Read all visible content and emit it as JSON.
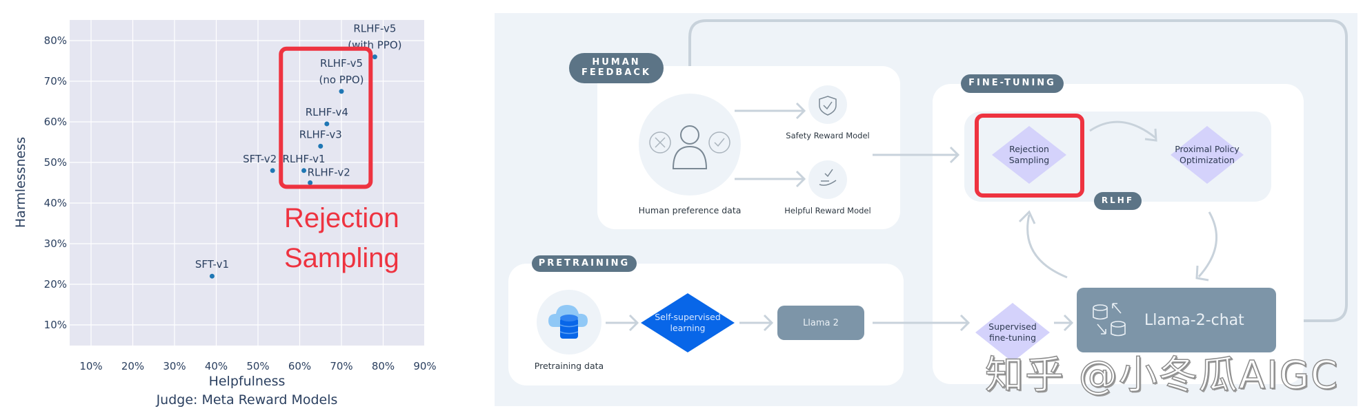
{
  "chart_data": {
    "type": "scatter",
    "title": "",
    "xlabel": "Helpfulness",
    "xlabel_sub": "Judge: Meta Reward Models",
    "ylabel": "Harmlessness",
    "xlim": [
      5,
      90
    ],
    "ylim": [
      5,
      86
    ],
    "grid": true,
    "x_ticks": [
      10,
      20,
      30,
      40,
      50,
      60,
      70,
      80,
      90
    ],
    "x_tick_labels": [
      "10%",
      "20%",
      "30%",
      "40%",
      "50%",
      "60%",
      "70%",
      "80%",
      "90%"
    ],
    "y_ticks": [
      10,
      20,
      30,
      40,
      50,
      60,
      70,
      80
    ],
    "y_tick_labels": [
      "10%",
      "20%",
      "30%",
      "40%",
      "50%",
      "60%",
      "70%",
      "80%"
    ],
    "points": [
      {
        "label": "SFT-v1",
        "x": 39,
        "y": 22,
        "label_pos": "above"
      },
      {
        "label": "SFT-v2",
        "x": 53.5,
        "y": 48,
        "label_pos": "above-left"
      },
      {
        "label": "RLHF-v1",
        "x": 61,
        "y": 48,
        "label_pos": "above"
      },
      {
        "label": "RLHF-v2",
        "x": 62.5,
        "y": 45,
        "label_pos": "above-right"
      },
      {
        "label": "RLHF-v3",
        "x": 65,
        "y": 54,
        "label_pos": "above"
      },
      {
        "label": "RLHF-v4",
        "x": 66.5,
        "y": 59.5,
        "label_pos": "above"
      },
      {
        "label": "RLHF-v5\n(no PPO)",
        "x": 70,
        "y": 67.5,
        "label_pos": "above"
      },
      {
        "label": "RLHF-v5\n(with PPO)",
        "x": 78,
        "y": 76,
        "label_pos": "above"
      }
    ],
    "point_color": "#1f77b4",
    "annotation": {
      "text_lines": [
        "Rejection",
        "Sampling"
      ],
      "color": "#ee3340",
      "highlight_range": {
        "x": [
          55.5,
          77
        ],
        "y": [
          44,
          78
        ]
      }
    }
  },
  "diagram": {
    "sections": {
      "human_feedback": "HUMAN\nFEEDBACK",
      "pretraining": "PRETRAINING",
      "fine_tuning": "FINE-TUNING",
      "rlhf": "RLHF"
    },
    "nodes": {
      "human_preference_data": "Human preference data",
      "safety_reward_model": "Safety Reward Model",
      "helpful_reward_model": "Helpful Reward Model",
      "pretraining_data": "Pretraining data",
      "self_supervised_learning": "Self-supervised\nlearning",
      "llama2": "Llama 2",
      "rejection_sampling": "Rejection\nSampling",
      "ppo": "Proximal Policy\nOptimization",
      "supervised_fine_tuning": "Supervised\nfine-tuning",
      "llama2_chat": "Llama-2-chat"
    },
    "highlight": "rejection_sampling",
    "colors": {
      "panel_bg": "#eef3f8",
      "pill": "#5c7486",
      "box": "#7d95a8",
      "diamond_light": "#d4d2fb",
      "diamond_blue": "#0866e8",
      "arrow": "#c8d2db",
      "highlight": "#ee3340"
    }
  },
  "watermark": "知乎 @小冬瓜AIGC"
}
